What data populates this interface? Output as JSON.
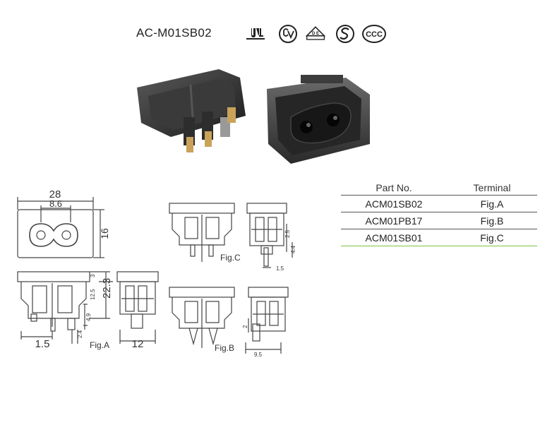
{
  "header": {
    "model": "AC-M01SB02",
    "cert_marks": [
      "ul-recognized-icon",
      "csa-icon",
      "vde-icon",
      "s-mark-icon",
      "ccc-icon"
    ]
  },
  "table": {
    "headers": [
      "Part No.",
      "Terminal"
    ],
    "rows": [
      {
        "part": "ACM01SB02",
        "terminal": "Fig.A"
      },
      {
        "part": "ACM01PB17",
        "terminal": "Fig.B"
      },
      {
        "part": "ACM01SB01",
        "terminal": "Fig.C"
      }
    ]
  },
  "drawings": {
    "front": {
      "width": "28",
      "inner": "8.6",
      "height": "16"
    },
    "fig_a": {
      "label": "Fig.A",
      "d_15": "1.5",
      "d_12": "12",
      "d_3": "3",
      "d_125": "12.5",
      "d_223": "22.3",
      "d_49": "4.9",
      "d_24": "2.4"
    },
    "fig_b": {
      "label": "Fig.B",
      "d_2": "2",
      "d_95": "9.5"
    },
    "fig_c": {
      "label": "Fig.C",
      "d_25": "2.5",
      "d_44": "4.4",
      "d_15": "1.5"
    }
  },
  "colors": {
    "accent_line": "#7cc242",
    "ink": "#333333"
  }
}
